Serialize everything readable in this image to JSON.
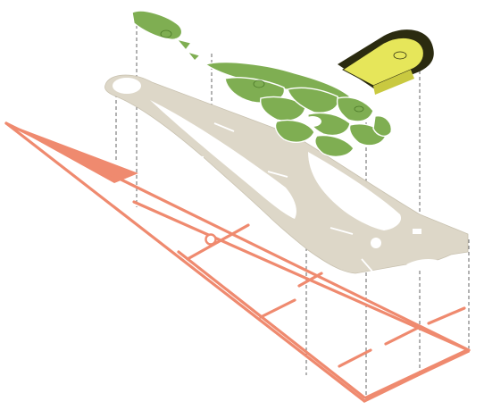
{
  "diagram": {
    "type": "exploded axonometric",
    "layers": [
      {
        "id": "canopy",
        "color": "#7fae52"
      },
      {
        "id": "building",
        "color": "#e6e65a",
        "outline": "#2b2b10"
      },
      {
        "id": "paving",
        "color": "#ddd7c8"
      },
      {
        "id": "structure",
        "color": "#ef8a6f"
      }
    ],
    "projection_line_color": "#555555"
  }
}
